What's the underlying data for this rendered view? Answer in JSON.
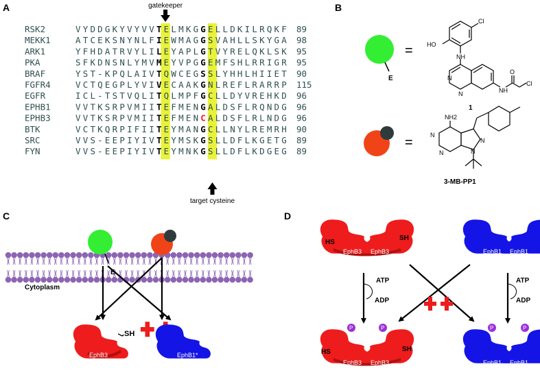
{
  "panels": {
    "a": "A",
    "b": "B",
    "c": "C",
    "d": "D"
  },
  "alignment": {
    "gatekeeper_label": "gatekeeper",
    "target_label": "target cysteine",
    "rows": [
      {
        "name": "RSK2",
        "pre": "VYDDGKYVYVV",
        "gk": "T",
        "mid": "ELMKG",
        "tc": "G",
        "post": "ELLDKILRQKF",
        "num": "89"
      },
      {
        "name": "MEKK1",
        "pre": "ATCEKSNYNLF",
        "gk": "I",
        "mid": "EWMAG",
        "tc": "G",
        "post": "SVAHLLSKYGA",
        "num": "98"
      },
      {
        "name": "ARK1",
        "pre": "YFHDATRVYLI",
        "gk": "L",
        "mid": "EYAPL",
        "tc": "G",
        "post": "TVYRELQKLSK",
        "num": "95"
      },
      {
        "name": "PKA",
        "pre": "SFKDNSNLYMV",
        "gk": "M",
        "mid": "EYVPG",
        "tc": "G",
        "post": "EMFSHLRRIGR",
        "num": "95"
      },
      {
        "name": "BRAF",
        "pre": "YST-KPQLAIV",
        "gk": "T",
        "mid": "QWCEG",
        "tc": "S",
        "post": "SLYHHLHIIET",
        "num": "90"
      },
      {
        "name": "FGFR4",
        "pre": "VCTQEGPLYVI",
        "gk": "V",
        "mid": "ECAAK",
        "tc": "G",
        "post": "NLREFLRARRP",
        "num": "115"
      },
      {
        "name": "EGFR",
        "pre": "ICL-TSTVQLI",
        "gk": "T",
        "mid": "QLMPF",
        "tc": "G",
        "post": "CLLDYVREHKD",
        "num": "96"
      },
      {
        "name": "EPHB1",
        "pre": "VVTKSRPVMII",
        "gk": "T",
        "mid": "EFMEN",
        "tc": "G",
        "post": "ALDSFLRQNDG",
        "num": "96"
      },
      {
        "name": "EPHB3",
        "pre": "VVTKSRPVMII",
        "gk": "T",
        "mid": "EFMEN",
        "tc": "C",
        "post": "ALDSFLRLNDG",
        "num": "96"
      },
      {
        "name": "BTK",
        "pre": "VCTKQRPIFII",
        "gk": "T",
        "mid": "EYMAN",
        "tc": "G",
        "post": "CLLNYLREMRH",
        "num": "90"
      },
      {
        "name": "SRC",
        "pre": "VVS-EEPIYIV",
        "gk": "T",
        "mid": "EYMSK",
        "tc": "G",
        "post": "SLLDFLKGETG",
        "num": "89"
      },
      {
        "name": "FYN",
        "pre": "VVS-EEPIYIV",
        "gk": "T",
        "mid": "EYMNK",
        "tc": "G",
        "post": "SLLDFLKDGEG",
        "num": "89"
      }
    ]
  },
  "compounds": {
    "equals": "=",
    "electrophile_label": "E",
    "c1": {
      "id": "1",
      "oh": "HO",
      "cl": "Cl",
      "nh": "NH",
      "nh2": "NH",
      "o": "O",
      "cl2": "Cl",
      "n1": "N",
      "n2": "N"
    },
    "c2": {
      "id": "3-MB-PP1",
      "nh2": "NH2",
      "n1": "N",
      "n2": "N",
      "n3": "N",
      "n4": "N"
    }
  },
  "panel_c": {
    "cytoplasm": "Cytoplasm",
    "e_label": "E",
    "sh": "SH",
    "ephb3": "EphB3",
    "ephb1": "EphB1*"
  },
  "panel_d": {
    "hs": "HS",
    "sh": "SH",
    "ephb3": "EphB3",
    "ephb1": "EphB1",
    "atp": "ATP",
    "adp": "ADP",
    "p": "P"
  },
  "colors": {
    "red": "#ee1c1c",
    "blue": "#1414e6",
    "green": "#33ee33",
    "orange": "#f04418",
    "dark": "#2f3b3b",
    "membrane": "#8c64b4",
    "highlight": "#e8f23a",
    "seq_text": "#2f4f4f",
    "phospho": "#9b30d8"
  }
}
